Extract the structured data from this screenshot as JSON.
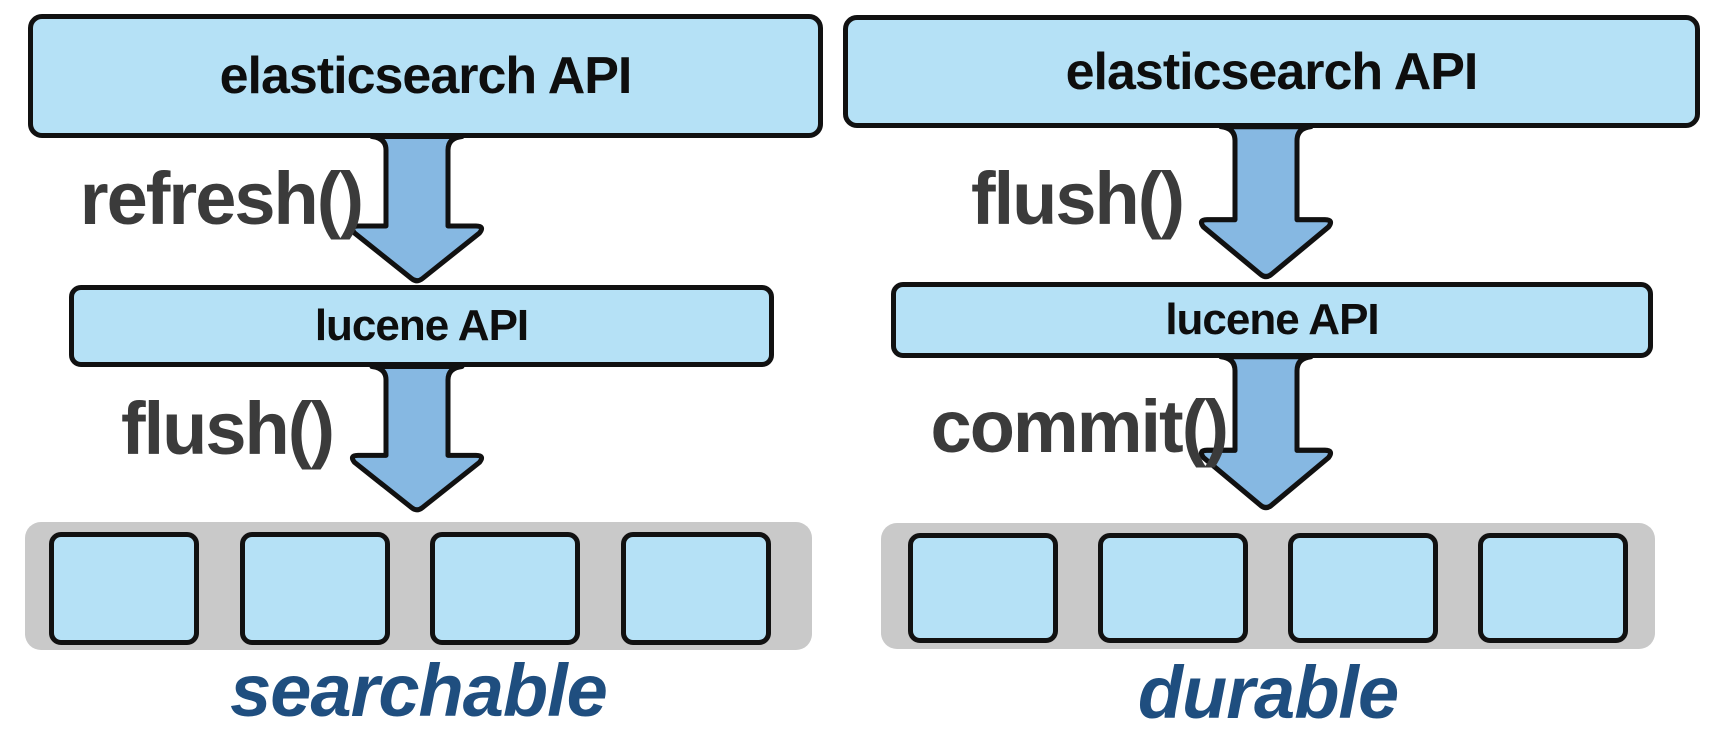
{
  "colors": {
    "box_fill": "#B5E1F6",
    "arrow_fill": "#86B8E2",
    "outline": "#111111",
    "bar_fill": "#C9C9C9",
    "method_label": "#3B3B3B",
    "caption_color": "#1F4E7F"
  },
  "left_panel": {
    "api_box_label": "elasticsearch API",
    "arrow1_label": "refresh()",
    "lucene_box_label": "lucene API",
    "arrow2_label": "flush()",
    "segments": 4,
    "caption": "searchable"
  },
  "right_panel": {
    "api_box_label": "elasticsearch API",
    "arrow1_label": "flush()",
    "lucene_box_label": "lucene API",
    "arrow2_label": "commit()",
    "segments": 4,
    "caption": "durable"
  }
}
